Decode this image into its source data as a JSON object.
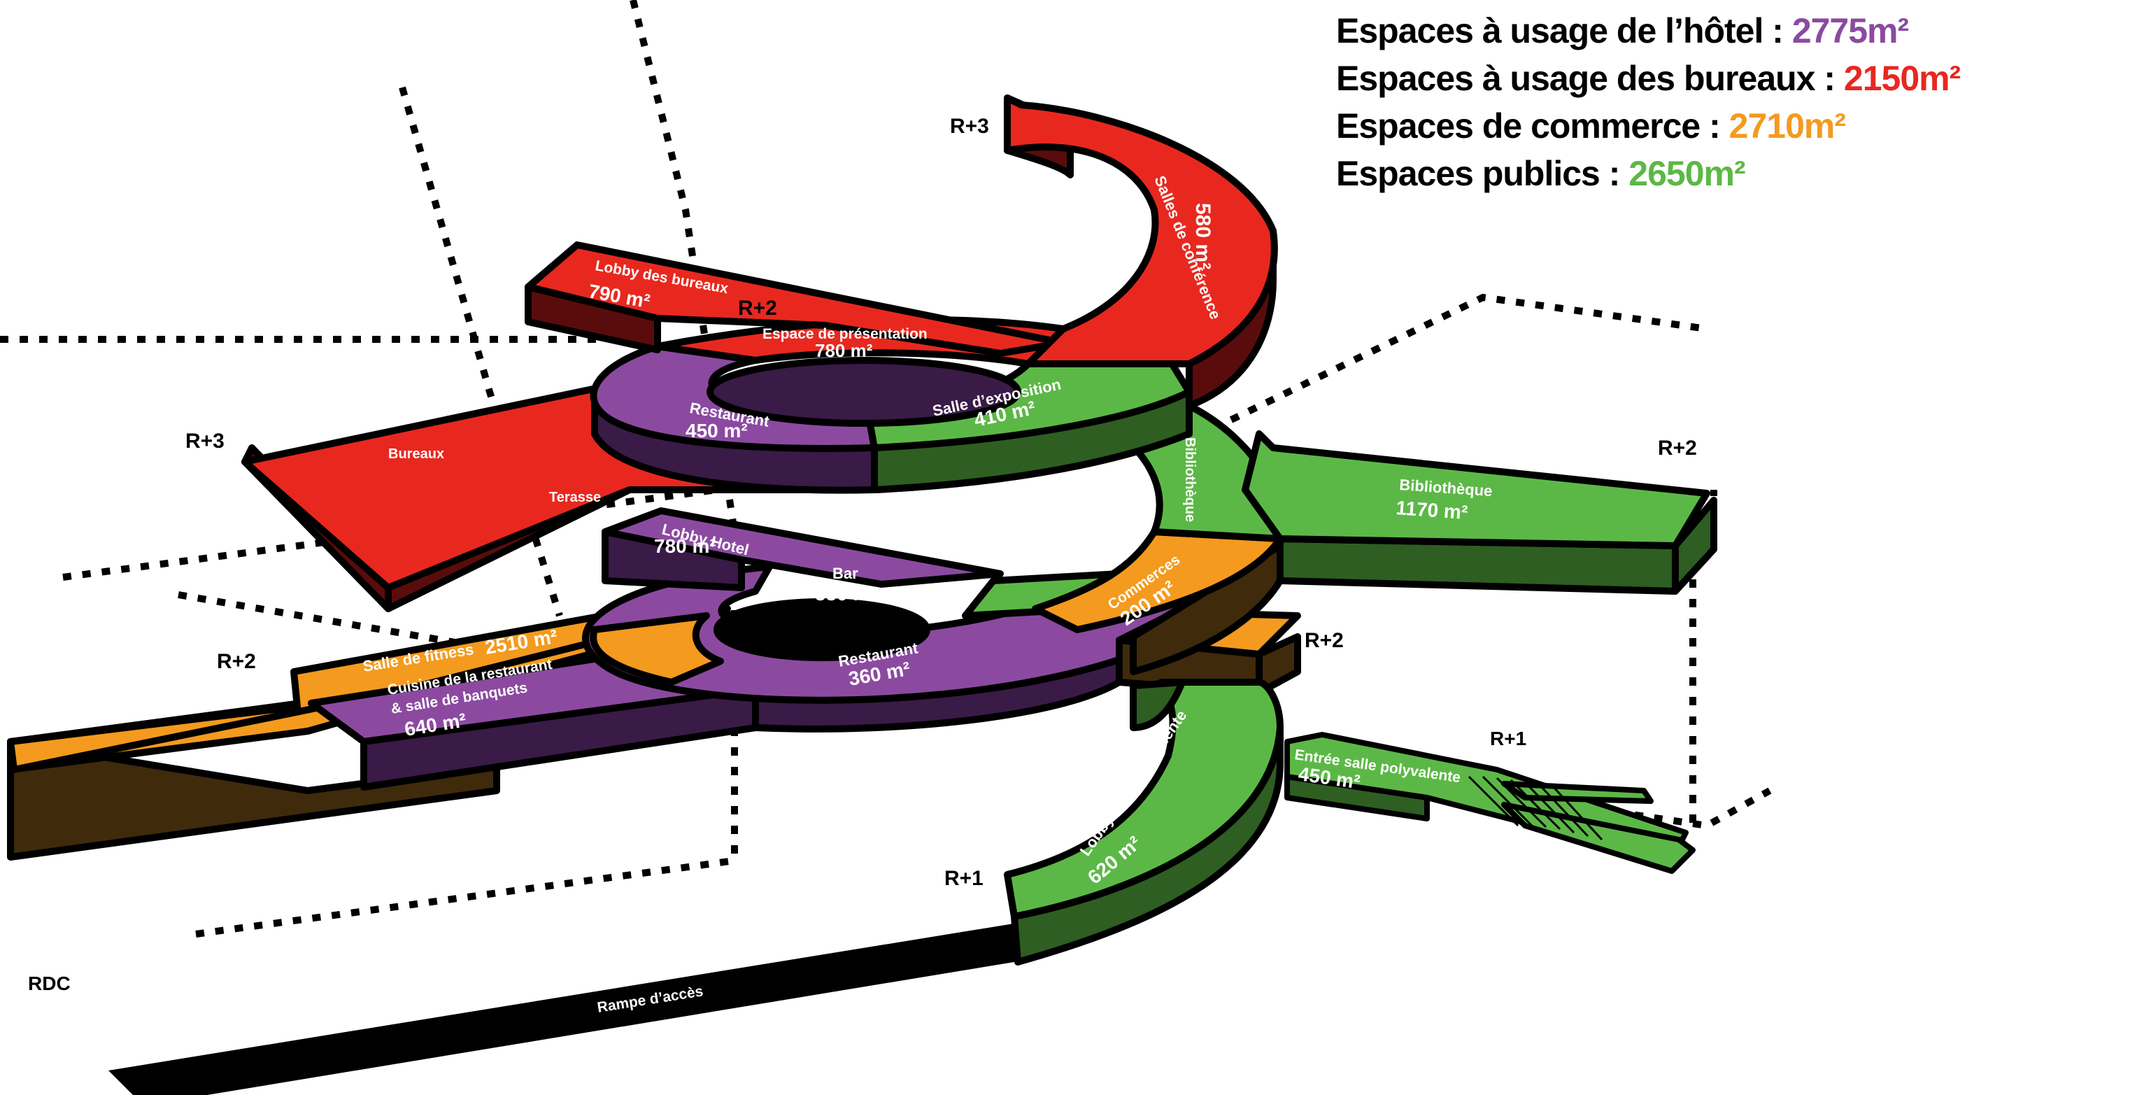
{
  "legend": {
    "hotel_label": "Espaces à usage de l’hôtel : ",
    "hotel_value": "2775m²",
    "bureaux_label": "Espaces à usage des bureaux : ",
    "bureaux_value": "2150m²",
    "commerce_label": "Espaces de commerce : ",
    "commerce_value": "2710m²",
    "publics_label": "Espaces publics : ",
    "publics_value": "2650m²"
  },
  "colors": {
    "hotel": "#8b4aa0",
    "bureaux": "#e8281f",
    "commerce": "#f49a1e",
    "publics": "#5cb846"
  },
  "levels": {
    "r3_top": "R+3",
    "r3_left": "R+3",
    "r2_center": "R+2",
    "r2_right_upper": "R+2",
    "r2_right_lower": "R+2",
    "r2_left": "R+2",
    "r1_bottom": "R+1",
    "r1_right": "R+1",
    "rdc": "RDC"
  },
  "spaces": {
    "lobby_bureaux": {
      "name": "Lobby des bureaux",
      "area": "790 m²"
    },
    "espace_presentation": {
      "name": "Espace de présentation",
      "area": "780 m²"
    },
    "salles_conference": {
      "name": "Salles de conférence",
      "area": "580 m²"
    },
    "restaurant_top": {
      "name": "Restaurant",
      "area": "450 m²"
    },
    "salle_exposition": {
      "name": "Salle d’exposition",
      "area": "410 m²"
    },
    "bureaux": {
      "name": "Bureaux"
    },
    "terasse": {
      "name": "Terasse"
    },
    "lobby_hotel": {
      "name": "Lobby Hotel",
      "area": "780 m²"
    },
    "bar": {
      "name": "Bar",
      "area": "550 m²"
    },
    "commerces": {
      "name": "Commerces",
      "area": "200 m²"
    },
    "bibliotheque_ring": {
      "name": "Bibliothèque"
    },
    "bibliotheque": {
      "name": "Bibliothèque",
      "area": "1170 m²"
    },
    "salle_fitness": {
      "name": "Salle de fitness",
      "area": "2510 m²"
    },
    "cuisine_line1": "Cuisine de la restaurant",
    "cuisine_line2": "& salle de banquets",
    "cuisine_area": "640 m²",
    "restaurant_bottom": {
      "name": "Restaurant",
      "area": "360 m²"
    },
    "lobby_polyvalente": {
      "name": "Lobby salle polyvalente",
      "area": "620 m²"
    },
    "entree_polyvalente": {
      "name": "Entrée salle polyvalente",
      "area": "450 m²"
    },
    "rampe": {
      "name": "Rampe d’accès"
    }
  }
}
